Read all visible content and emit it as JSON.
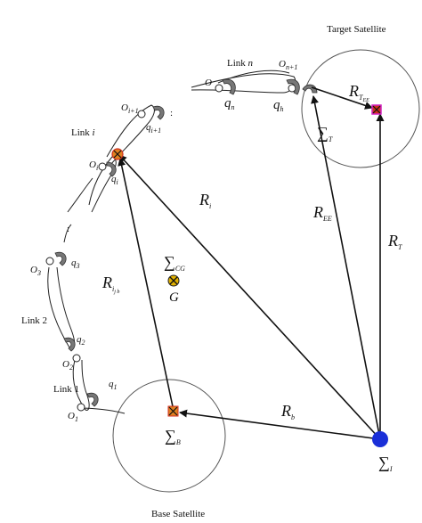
{
  "labels": {
    "target_satellite": "Target Satellite",
    "base_satellite": "Base Satellite",
    "link_n": "Link",
    "link_n_var": "n",
    "link_i": "Link",
    "link_i_var": "i",
    "link_2": "Link 2",
    "link_1": "Link 1",
    "O": "O",
    "O_n1": "O",
    "O_n1_sub": "n+1",
    "O_i1": "O",
    "O_i1_sub": "i+1",
    "O_i": "O",
    "O_i_sub": "i",
    "O_3": "O",
    "O_3_sub": "3",
    "O_2": "O",
    "O_2_sub": "2",
    "O_1": "O",
    "O_1_sub": "1",
    "q_n": "q",
    "q_n_sub": "n",
    "q_h": "q",
    "q_h_sub": "h",
    "q_i1": "q",
    "q_i1_sub": "i+1",
    "q_i": "q",
    "q_i_sub": "i",
    "q_3": "q",
    "q_3_sub": "3",
    "q_2": "q",
    "q_2_sub": "2",
    "q_1": "q",
    "q_1_sub": "1",
    "R_T_EE": "R",
    "R_T_EE_sub": "T",
    "R_T_EE_subsub": "EE",
    "Sigma_T": "∑",
    "Sigma_T_sub": "T",
    "R_i": "R",
    "R_i_sub": "i",
    "R_EE": "R",
    "R_EE_sub": "EE",
    "R_T": "R",
    "R_T_sub": "T",
    "Sigma_CG": "∑",
    "Sigma_CG_sub": "CG",
    "G": "G",
    "R_ijb": "R",
    "R_ijb_sub": "i",
    "R_ijb_subsub": "j b",
    "R_b": "R",
    "R_b_sub": "b",
    "Sigma_B": "∑",
    "Sigma_B_sub": "B",
    "Sigma_I": "∑",
    "Sigma_I_sub": "I",
    "colon": ":",
    "colon2": ":"
  },
  "colors": {
    "inertial_origin": "#1a2fd8",
    "marker_red": "#d03020",
    "marker_orange": "#e08020",
    "marker_magenta": "#d020c0",
    "cg_marker": "#e0b000"
  }
}
